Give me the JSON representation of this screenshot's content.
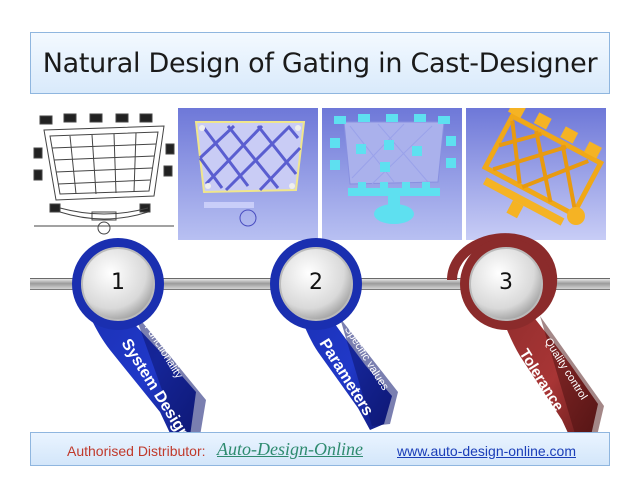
{
  "slide": {
    "title": "Natural Design of Gating in Cast-Designer"
  },
  "steps": [
    {
      "number": "1",
      "label": "System Design",
      "sublabel": "Functionality",
      "color": "#1a2fb0"
    },
    {
      "number": "2",
      "label": "Parameters",
      "sublabel": "Specific values",
      "color": "#1a2fb0"
    },
    {
      "number": "3",
      "label": "Tolerance",
      "sublabel": "Quality control",
      "color": "#8b2b2b"
    }
  ],
  "footer": {
    "distributor_label": "Authorised Distributor:",
    "distributor_name": "Auto-Design-Online",
    "url": "www.auto-design-online.com"
  }
}
